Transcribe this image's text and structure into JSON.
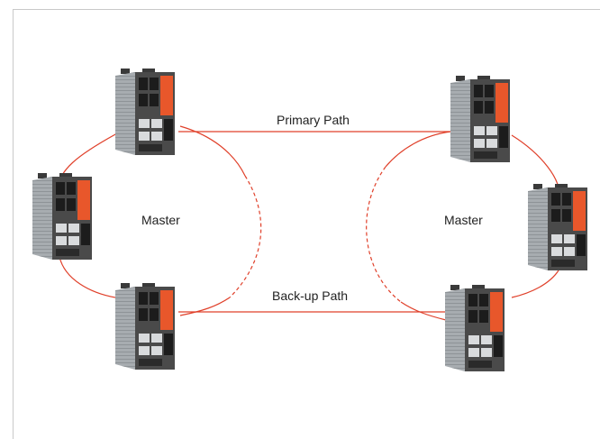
{
  "labels": {
    "primary_path": "Primary Path",
    "backup_path": "Back-up Path",
    "left_ring": "Master",
    "right_ring": "Master"
  },
  "colors": {
    "ring_line": "#e0402a",
    "switch_accent": "#e8572b",
    "switch_body": "#b8bcc0",
    "switch_dark": "#2a2a2a",
    "frame": "#c9c9c9"
  },
  "icons": {
    "switch": "industrial-ethernet-switch-icon"
  }
}
